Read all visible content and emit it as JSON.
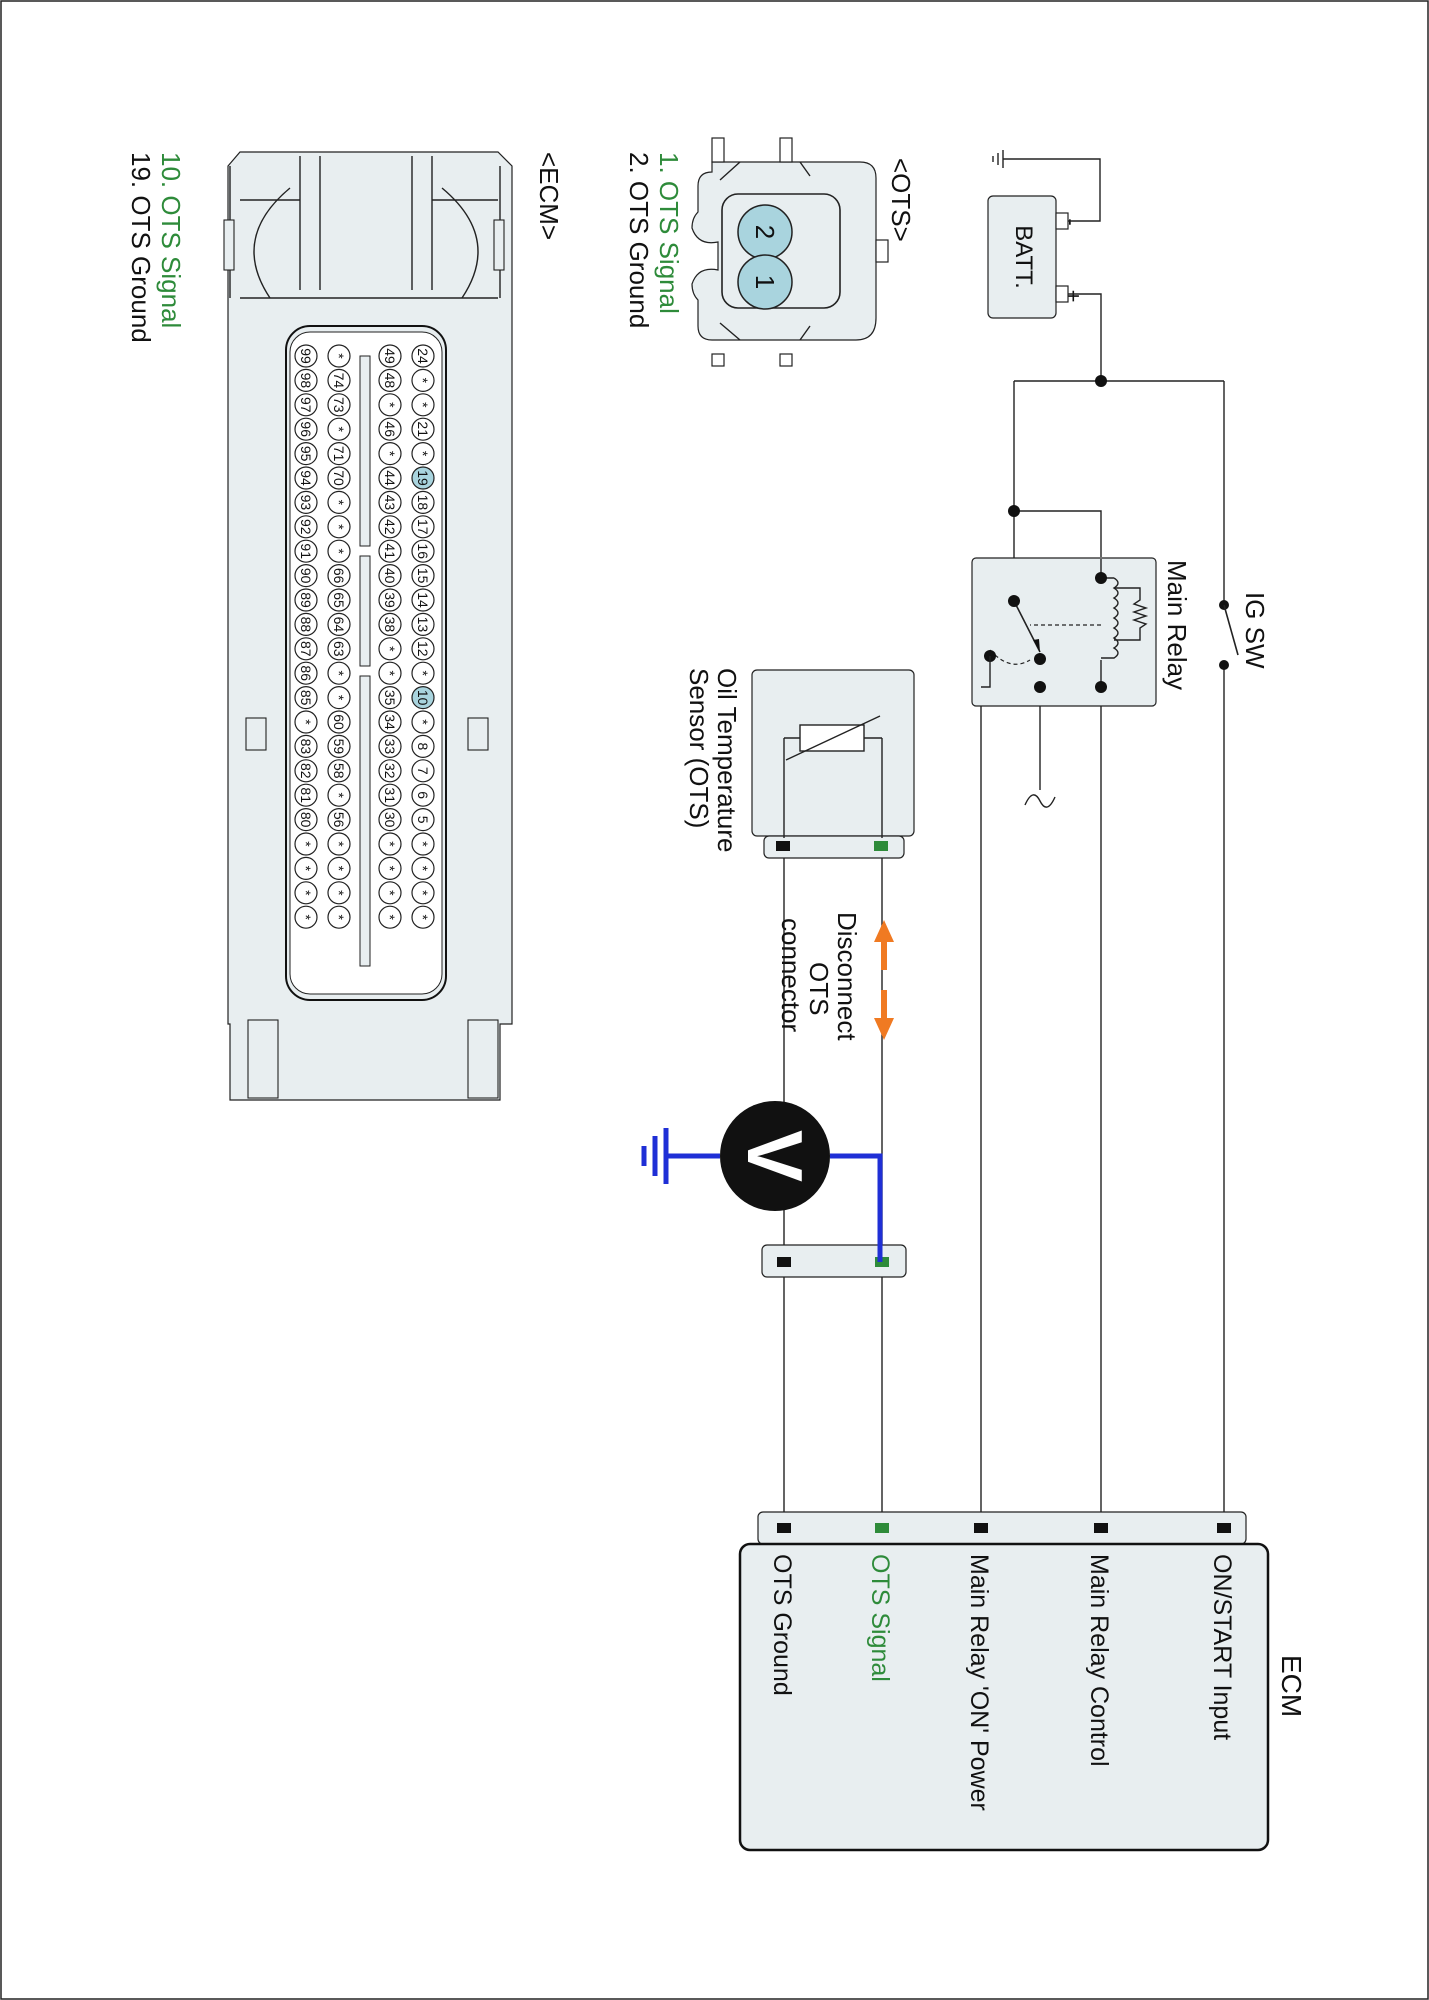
{
  "battery": {
    "label": "BATT.",
    "minus": "-",
    "plus": "+"
  },
  "ig_switch": {
    "label": "IG SW"
  },
  "main_relay": {
    "label": "Main Relay"
  },
  "sensor": {
    "label_line1": "Oil Temperature",
    "label_line2": "Sensor (OTS)"
  },
  "disconnect": {
    "line1": "Disconnect",
    "line2": "OTS",
    "line3": "connector"
  },
  "voltmeter": {
    "symbol": "V"
  },
  "ecm": {
    "title": "ECM",
    "pins": [
      {
        "label": "ON/START Input",
        "color": "#111111"
      },
      {
        "label": "Main Relay Control",
        "color": "#111111"
      },
      {
        "label": "Main Relay 'ON' Power",
        "color": "#111111"
      },
      {
        "label": "OTS Signal",
        "color": "#2e8b3a"
      },
      {
        "label": "OTS Ground",
        "color": "#111111"
      }
    ]
  },
  "ots_connector": {
    "title": "<OTS>",
    "pin1": "1",
    "pin2": "2",
    "legend": [
      {
        "text": "1. OTS Signal",
        "color": "#2e8b3a"
      },
      {
        "text": "2. OTS Ground",
        "color": "#111111"
      }
    ]
  },
  "ecm_connector": {
    "title": "<ECM>",
    "highlight_color": "#a9d4de",
    "rows": [
      [
        "24",
        "*",
        "*",
        "21",
        "*",
        "19",
        "18",
        "17",
        "16",
        "15",
        "14",
        "13",
        "12",
        "*",
        "10",
        "*",
        "8",
        "7",
        "6",
        "5",
        "*",
        "*",
        "*",
        "*"
      ],
      [
        "49",
        "48",
        "*",
        "46",
        "*",
        "44",
        "43",
        "42",
        "41",
        "40",
        "39",
        "38",
        "*",
        "*",
        "35",
        "34",
        "33",
        "32",
        "31",
        "30",
        "*",
        "*",
        "*",
        "*"
      ],
      [
        "*",
        "74",
        "73",
        "*",
        "71",
        "70",
        "*",
        "*",
        "*",
        "66",
        "65",
        "64",
        "63",
        "*",
        "*",
        "60",
        "59",
        "58",
        "*",
        "56",
        "*",
        "*",
        "*",
        "*"
      ],
      [
        "99",
        "98",
        "97",
        "96",
        "95",
        "94",
        "93",
        "92",
        "91",
        "90",
        "89",
        "88",
        "87",
        "86",
        "85",
        "*",
        "83",
        "82",
        "81",
        "80",
        "*",
        "*",
        "*",
        "*"
      ]
    ],
    "highlighted": [
      "10",
      "19"
    ],
    "legend": [
      {
        "text": "10. OTS Signal",
        "color": "#2e8b3a"
      },
      {
        "text": "19. OTS Ground",
        "color": "#111111"
      }
    ]
  },
  "colors": {
    "panel_fill": "#e8eef0",
    "signal_green": "#2e8b3a",
    "probe_blue": "#1f2fd6",
    "arrow_orange": "#f07a22",
    "pin_black": "#111111"
  }
}
